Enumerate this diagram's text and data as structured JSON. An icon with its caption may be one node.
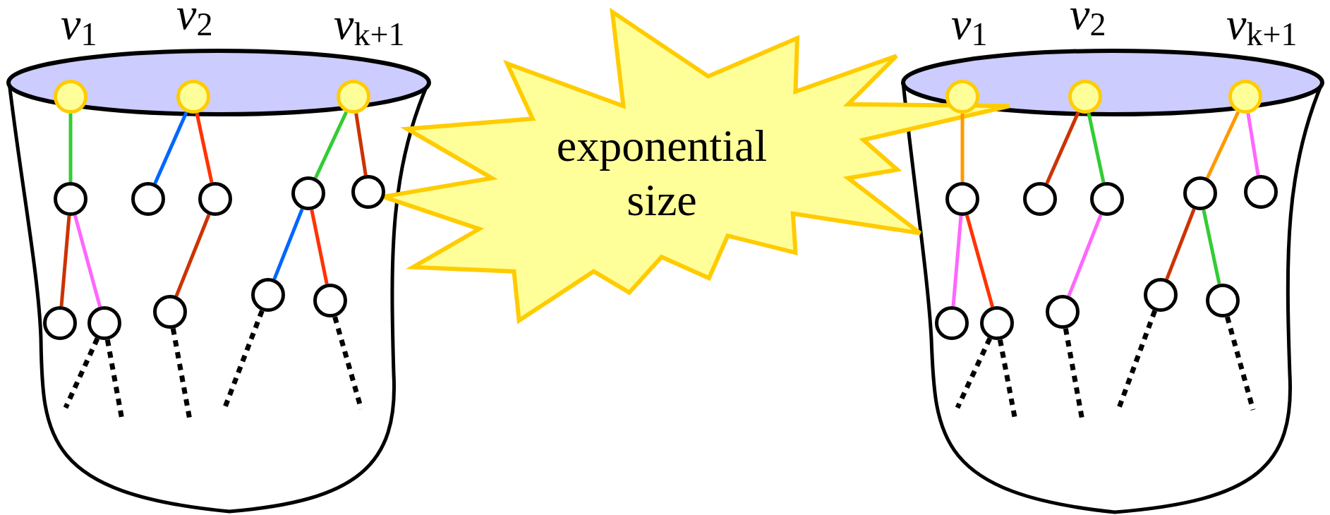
{
  "diagram": {
    "nodes": [
      {
        "text": [],
        "shape": "cylinder"
      },
      {
        "text": [],
        "shape": "circle",
        "in": 0
      },
      {
        "text": [],
        "shape": "circle",
        "in": 0
      },
      {
        "text": [],
        "shape": "circle",
        "in": 0
      },
      {
        "text": [],
        "shape": "circle",
        "in": 0
      },
      {
        "text": [],
        "shape": "circle",
        "in": 0
      },
      {
        "text": [],
        "shape": "circle",
        "in": 0
      },
      {
        "text": [],
        "shape": "circle",
        "in": 0
      },
      {
        "text": [],
        "shape": "circle",
        "in": 0
      },
      {
        "text": [],
        "shape": "circle",
        "in": 0
      },
      {
        "text": [],
        "shape": "circle",
        "in": 0
      },
      {
        "text": [],
        "shape": "circle",
        "in": 0
      },
      {
        "text": [],
        "shape": "circle",
        "in": 0
      },
      {
        "text": [],
        "shape": "circle",
        "in": 0
      },
      {
        "text": [
          "exponential size"
        ]
      },
      {
        "text": [],
        "shape": "cylinder"
      },
      {
        "text": [],
        "shape": "circle",
        "in": 15
      },
      {
        "text": [],
        "shape": "circle",
        "in": 15
      },
      {
        "text": [],
        "shape": "circle",
        "in": 15
      },
      {
        "text": [],
        "shape": "circle",
        "in": 15
      },
      {
        "text": [],
        "shape": "circle",
        "in": 15
      },
      {
        "text": [],
        "shape": "circle",
        "in": 15
      },
      {
        "text": [],
        "shape": "circle",
        "in": 15
      },
      {
        "text": [],
        "shape": "circle",
        "in": 15
      },
      {
        "text": [],
        "shape": "circle",
        "in": 15
      },
      {
        "text": [],
        "shape": "circle",
        "in": 15
      },
      {
        "text": [],
        "shape": "circle",
        "in": 15
      },
      {
        "text": [],
        "shape": "circle",
        "in": 15
      },
      {
        "text": [],
        "shape": "circle",
        "in": 15
      }
    ],
    "edges": [
      {
        "from": 1,
        "to": 4,
        "arrow": "none",
        "color": "#33cc33"
      },
      {
        "from": 2,
        "to": 5,
        "arrow": "none",
        "color": "#0066ff"
      },
      {
        "from": 2,
        "to": 6,
        "arrow": "none",
        "color": "#ff3300"
      },
      {
        "from": 3,
        "to": 7,
        "arrow": "none",
        "color": "#33cc33"
      },
      {
        "from": 3,
        "to": 8,
        "arrow": "none",
        "color": "#cc3300"
      },
      {
        "from": 4,
        "to": 9,
        "arrow": "none",
        "color": "#cc3300"
      },
      {
        "from": 4,
        "to": 10,
        "arrow": "none",
        "color": "#ff66ff"
      },
      {
        "from": 6,
        "to": 11,
        "arrow": "none",
        "color": "#cc3300"
      },
      {
        "from": 7,
        "to": 12,
        "arrow": "none",
        "color": "#0066ff"
      },
      {
        "from": 7,
        "to": 13,
        "arrow": "none",
        "color": "#ff3300"
      },
      {
        "from": 10,
        "to": null,
        "arrow": "none",
        "style": "dashed"
      },
      {
        "from": 10,
        "to": null,
        "arrow": "none",
        "style": "dashed"
      },
      {
        "from": 11,
        "to": null,
        "arrow": "none",
        "style": "dashed"
      },
      {
        "from": 12,
        "to": null,
        "arrow": "none",
        "style": "dashed"
      },
      {
        "from": 13,
        "to": null,
        "arrow": "none",
        "style": "dashed"
      },
      {
        "from": 16,
        "to": 19,
        "arrow": "none",
        "color": "#ff9900"
      },
      {
        "from": 17,
        "to": 20,
        "arrow": "none",
        "color": "#cc3300"
      },
      {
        "from": 17,
        "to": 21,
        "arrow": "none",
        "color": "#33cc33"
      },
      {
        "from": 18,
        "to": 22,
        "arrow": "none",
        "color": "#ff9900"
      },
      {
        "from": 18,
        "to": 23,
        "arrow": "none",
        "color": "#ff66ff"
      },
      {
        "from": 19,
        "to": 24,
        "arrow": "none",
        "color": "#ff66ff"
      },
      {
        "from": 19,
        "to": 25,
        "arrow": "none",
        "color": "#ff3300"
      },
      {
        "from": 21,
        "to": 26,
        "arrow": "none",
        "color": "#ff66ff"
      },
      {
        "from": 22,
        "to": 27,
        "arrow": "none",
        "color": "#cc3300"
      },
      {
        "from": 22,
        "to": 28,
        "arrow": "none",
        "color": "#33cc33"
      },
      {
        "from": 25,
        "to": null,
        "arrow": "none",
        "style": "dashed"
      },
      {
        "from": 25,
        "to": null,
        "arrow": "none",
        "style": "dashed"
      },
      {
        "from": 26,
        "to": null,
        "arrow": "none",
        "style": "dashed"
      },
      {
        "from": 27,
        "to": null,
        "arrow": "none",
        "style": "dashed"
      },
      {
        "from": 28,
        "to": null,
        "arrow": "none",
        "style": "dashed"
      }
    ],
    "labels": [
      "*v*$_{1}$",
      "*v*$_{2}$",
      "*v*$_{k+1}$",
      "*v*$_{1}$",
      "*v*$_{2}$",
      "*v*$_{k+1}$"
    ]
  }
}
